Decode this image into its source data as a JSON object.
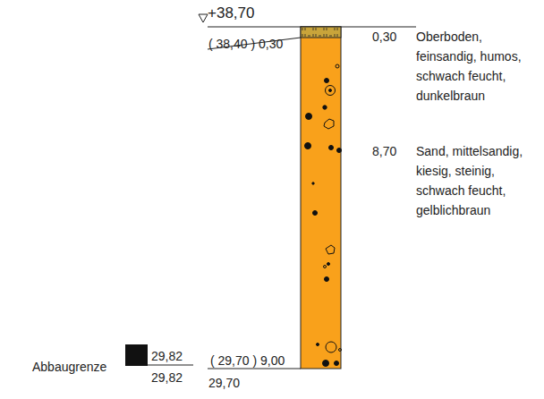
{
  "diagram": {
    "labels": [
      "+38,70",
      "( 38,40 ) 0,30",
      "0,30",
      "Oberboden, feinsandig, humos, schwach feucht, dunkelbraun",
      "8,70",
      "Sand, mittelsandig, kiesig, steinig, schwach feucht, gelblichbraun",
      "Abbaugrenze",
      "29,82",
      "29,82",
      "( 29,70 ) 9,00",
      "29,70"
    ]
  }
}
